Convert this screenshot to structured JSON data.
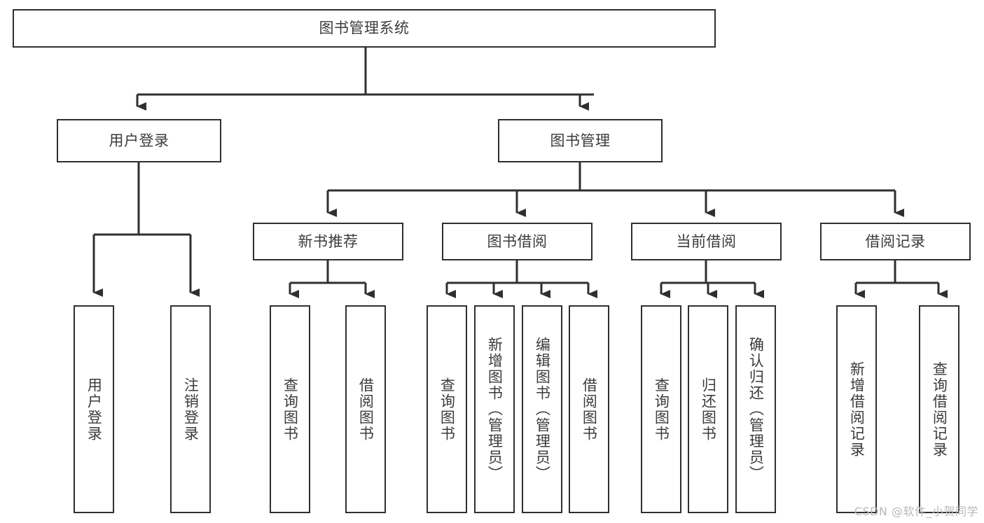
{
  "diagram": {
    "title": "图书管理系统",
    "type": "tree-hierarchy-diagram",
    "watermark": "CSDN @软件_小贺同学",
    "colors": {
      "box_border": "#2f2f2f",
      "box_fill": "#ffffff",
      "text": "#3b3b3b",
      "connector": "#2f2f2f",
      "watermark": "#b9b9b9",
      "background": "#ffffff"
    },
    "nodes": {
      "root": {
        "label": "图书管理系统"
      },
      "level2": [
        {
          "id": "user-login",
          "label": "用户登录"
        },
        {
          "id": "book-management",
          "label": "图书管理"
        }
      ],
      "level3": [
        {
          "id": "new-book-recommend",
          "label": "新书推荐"
        },
        {
          "id": "book-borrow",
          "label": "图书借阅"
        },
        {
          "id": "current-borrow",
          "label": "当前借阅"
        },
        {
          "id": "borrow-record",
          "label": "借阅记录"
        }
      ],
      "leaves": {
        "user_login": [
          {
            "id": "leaf-user-login",
            "label": "用户登录"
          },
          {
            "id": "leaf-logout-login",
            "label": "注销登录"
          }
        ],
        "new_book_recommend": [
          {
            "id": "leaf-query-book-1",
            "label": "查询图书"
          },
          {
            "id": "leaf-borrow-book-1",
            "label": "借阅图书"
          }
        ],
        "book_borrow": [
          {
            "id": "leaf-query-book-2",
            "label": "查询图书"
          },
          {
            "id": "leaf-add-book-admin",
            "label": "新增图书（管理员）"
          },
          {
            "id": "leaf-edit-book-admin",
            "label": "编辑图书（管理员）"
          },
          {
            "id": "leaf-borrow-book-2",
            "label": "借阅图书"
          }
        ],
        "current_borrow": [
          {
            "id": "leaf-query-book-3",
            "label": "查询图书"
          },
          {
            "id": "leaf-return-book",
            "label": "归还图书"
          },
          {
            "id": "leaf-confirm-return-admin",
            "label": "确认归还（管理员）"
          }
        ],
        "borrow_record": [
          {
            "id": "leaf-add-borrow-record",
            "label": "新增借阅记录"
          },
          {
            "id": "leaf-query-borrow-record",
            "label": "查询借阅记录"
          }
        ]
      }
    }
  }
}
